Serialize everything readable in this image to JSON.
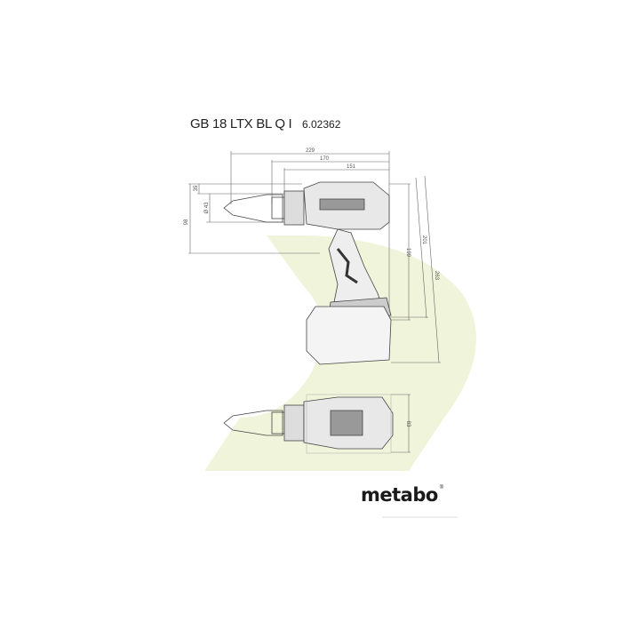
{
  "header": {
    "model": "GB 18 LTX BL Q I",
    "part_number": "6.02362"
  },
  "dimensions": {
    "length_total": "229",
    "length_mid": "170",
    "length_body": "151",
    "chuck_offset": "35",
    "chuck_diameter": "Ø 43",
    "head_height": "98",
    "height_body": "199",
    "height_mid": "201",
    "height_total": "263",
    "width": "83"
  },
  "brand": {
    "logo": "metabo",
    "registered": "®"
  },
  "colors": {
    "watermark": "#eef3d6",
    "line": "#555555"
  }
}
